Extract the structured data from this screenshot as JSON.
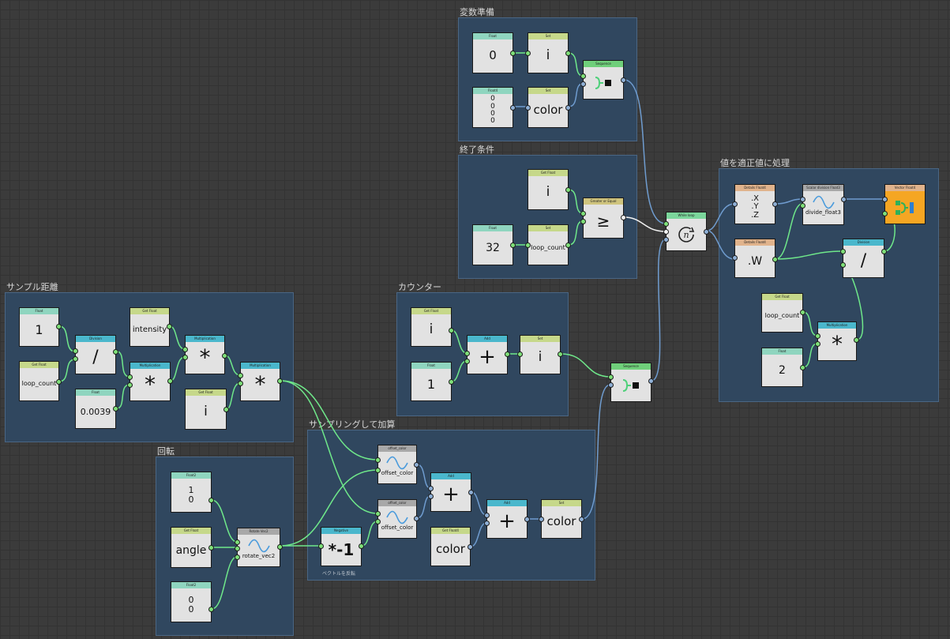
{
  "groups": {
    "vars": "変数準備",
    "end": "終了条件",
    "sample": "サンプル距離",
    "counter": "カウンター",
    "sampling": "サンプリングして加算",
    "rotate": "回転",
    "normalize": "値を適正値に処理"
  },
  "notes": {
    "negate": "ベクトルを反転"
  },
  "nodes": {
    "v_float": {
      "head": "Float",
      "value": "0"
    },
    "v_set_i": {
      "head": "Set",
      "value": "i"
    },
    "v_float4": {
      "head": "Float4",
      "v1": "0",
      "v2": "0",
      "v3": "0",
      "v4": "0"
    },
    "v_set_color": {
      "head": "Set",
      "value": "color"
    },
    "v_seq": {
      "head": "Sequence"
    },
    "e_get_i": {
      "head": "Get Float",
      "value": "i"
    },
    "e_float": {
      "head": "Float",
      "value": "32"
    },
    "e_set_loop": {
      "head": "Set",
      "value": "loop_count"
    },
    "e_cmp": {
      "head": "Greater or Equal",
      "value": "≥"
    },
    "while": {
      "head": "While loop"
    },
    "s_float1": {
      "head": "Float",
      "value": "1"
    },
    "s_get_loop": {
      "head": "Get Float",
      "value": "loop_count"
    },
    "s_div": {
      "head": "Division",
      "value": "/"
    },
    "s_get_int": {
      "head": "Get Float",
      "value": "intensity"
    },
    "s_float_c": {
      "head": "Float",
      "value": "0.0039"
    },
    "s_mul1": {
      "head": "Multiplication",
      "value": "*"
    },
    "s_mul2": {
      "head": "Multiplication",
      "value": "*"
    },
    "s_get_i": {
      "head": "Get Float",
      "value": "i"
    },
    "s_mul3": {
      "head": "Multiplication",
      "value": "*"
    },
    "c_get_i": {
      "head": "Get Float",
      "value": "i"
    },
    "c_float1": {
      "head": "Float",
      "value": "1"
    },
    "c_add": {
      "head": "Add",
      "value": "+"
    },
    "c_set_i": {
      "head": "Set",
      "value": "i"
    },
    "c_seq": {
      "head": "Sequence"
    },
    "p_off1": {
      "head": "offset_color",
      "value": "offset_color"
    },
    "p_off2": {
      "head": "offset_color",
      "value": "offset_color"
    },
    "p_add1": {
      "head": "Add",
      "value": "+"
    },
    "p_add2": {
      "head": "Add",
      "value": "+"
    },
    "p_set_color": {
      "head": "Set",
      "value": "color"
    },
    "p_get_color": {
      "head": "Get Float4",
      "value": "color"
    },
    "p_neg": {
      "head": "Negative",
      "value": "*-1"
    },
    "r_float2a": {
      "head": "Float2",
      "v1": "1",
      "v2": "0"
    },
    "r_get_angle": {
      "head": "Get Float",
      "value": "angle"
    },
    "r_rot": {
      "head": "Rotate Vec2",
      "value": "rotate_vec2"
    },
    "r_float2b": {
      "head": "Float2",
      "v1": "0",
      "v2": "0"
    },
    "n_split3": {
      "head": "Details Float4",
      "v1": ".X",
      "v2": ".Y",
      "v3": ".Z"
    },
    "n_scalar": {
      "head": "Scalar division Float3",
      "value": "divide_float3"
    },
    "n_merge": {
      "head": "Vector Float4"
    },
    "n_splitw": {
      "head": "Details Float4",
      "value": ".W"
    },
    "n_div": {
      "head": "Division",
      "value": "/"
    },
    "n_get_loop": {
      "head": "Get Float",
      "value": "loop_count"
    },
    "n_float2": {
      "head": "Float",
      "value": "2"
    },
    "n_mul": {
      "head": "Multiplication",
      "value": "*"
    }
  },
  "colors": {
    "group_bg": "#30475f",
    "group_border": "#4a6684",
    "wire_green": "#6fe88a",
    "wire_blue": "#6f9ccf",
    "wire_white": "#f2f2f2",
    "merge_bg": "#f5a623"
  }
}
